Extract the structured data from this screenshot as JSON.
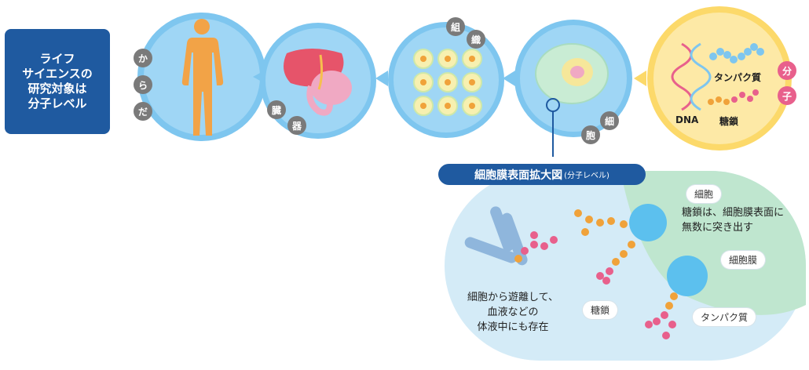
{
  "intro": {
    "text": "ライフ\nサイエンスの\n研究対象は\n分子レベル"
  },
  "stages": [
    {
      "id": "body",
      "label_chars": [
        "か",
        "ら",
        "だ"
      ]
    },
    {
      "id": "organ",
      "label_chars": [
        "臓",
        "器"
      ]
    },
    {
      "id": "tissue",
      "label_chars": [
        "組",
        "織"
      ]
    },
    {
      "id": "cell",
      "label_chars": [
        "細",
        "胞"
      ]
    },
    {
      "id": "molecule",
      "label_chars": [
        "分",
        "子"
      ],
      "items": [
        "DNA",
        "タンパク質",
        "糖鎖"
      ]
    }
  ],
  "zoom": {
    "title": "細胞膜表面拡大図",
    "title_note": "(分子レベル)",
    "labels": {
      "cell": "細胞",
      "membrane": "細胞膜",
      "sugar": "糖鎖",
      "protein": "タンパク質"
    },
    "note_right": "糖鎖は、細胞膜表面に\n無数に突き出す",
    "note_left": "細胞から遊離して、\n血液などの\n体液中にも存在"
  },
  "colors": {
    "navy": "#1f5aa0",
    "sky": "#7ec6ef",
    "yellow": "#fcd96a",
    "pink": "#e8608c",
    "orange": "#f0a23a",
    "membrane": "#bfe6cf"
  }
}
